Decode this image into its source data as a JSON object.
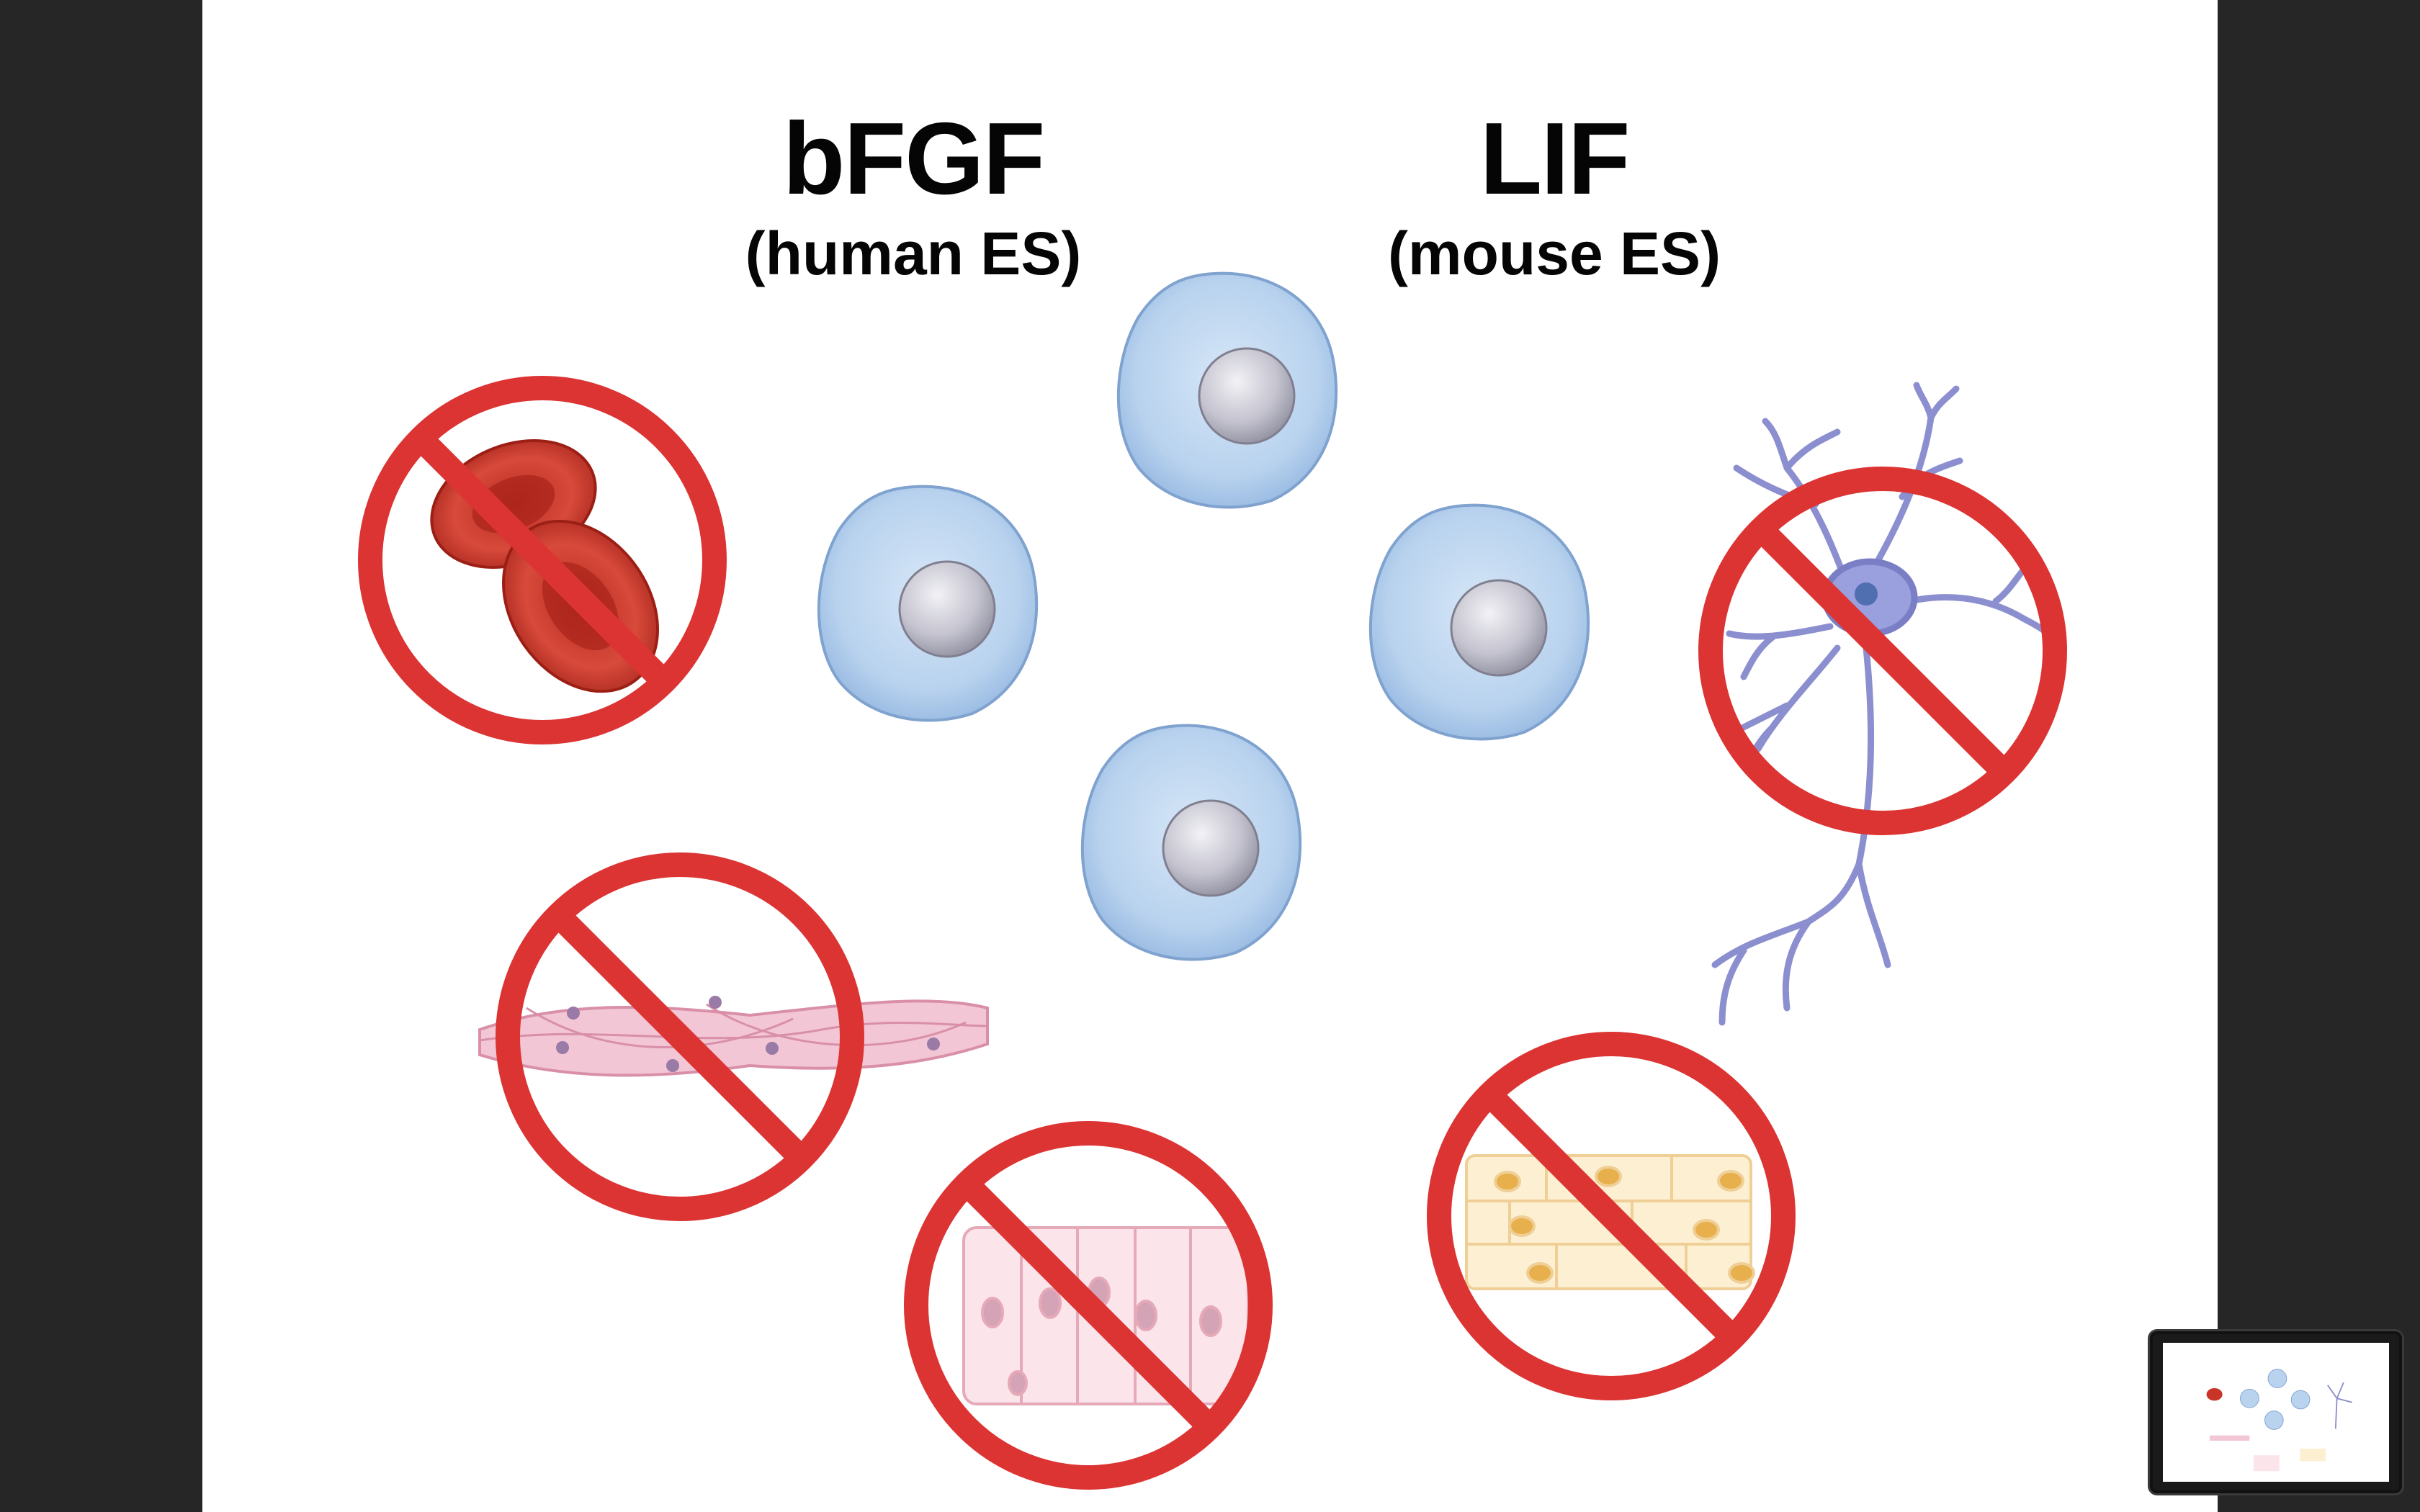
{
  "slide": {
    "bfgf": {
      "name": "bFGF",
      "subtitle": "(human ES)"
    },
    "lif": {
      "name": "LIF",
      "subtitle": "(mouse ES)"
    }
  },
  "icons": {
    "stem_cell": "stem-cell-icon",
    "prohibited": "prohibited-icon",
    "red_blood_cell": "red-blood-cell-icon",
    "neuron": "neuron-icon",
    "muscle_cell": "muscle-cell-icon",
    "epithelial_cell": "epithelial-cell-icon",
    "fat_cell": "fat-cell-icon"
  },
  "colors": {
    "background": "#262626",
    "slide": "#ffffff",
    "prohibit_red": "#dc3333",
    "stem_cell_blue": "#b9d3ef",
    "nucleus_gray": "#bcbbc8"
  }
}
